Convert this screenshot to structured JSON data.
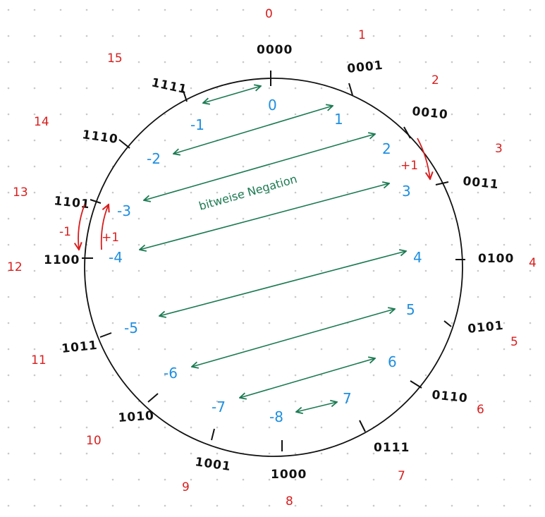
{
  "colors": {
    "binary": "#111111",
    "index": "#d81e1e",
    "value": "#1f8fe0",
    "negation_arrow": "#1b7a52",
    "step_arrow": "#d81e1e",
    "dot_grid": "#c8c8c8"
  },
  "binary_labels": [
    "0000",
    "0001",
    "0010",
    "0011",
    "0100",
    "0101",
    "0110",
    "0111",
    "1000",
    "1001",
    "1010",
    "1011",
    "1100",
    "1101",
    "1110",
    "1111"
  ],
  "index_labels": [
    "0",
    "1",
    "2",
    "3",
    "4",
    "5",
    "6",
    "7",
    "8",
    "9",
    "10",
    "11",
    "12",
    "13",
    "14",
    "15"
  ],
  "values_right": [
    "0",
    "1",
    "2",
    "3",
    "4",
    "5",
    "6",
    "7"
  ],
  "values_left": [
    "-1",
    "-2",
    "-3",
    "-4",
    "-5",
    "-6",
    "-7",
    "-8"
  ],
  "negation_label": "bitweise Negation",
  "steps": {
    "right_plus": "+1",
    "left_minus": "-1",
    "left_plus": "+1"
  }
}
